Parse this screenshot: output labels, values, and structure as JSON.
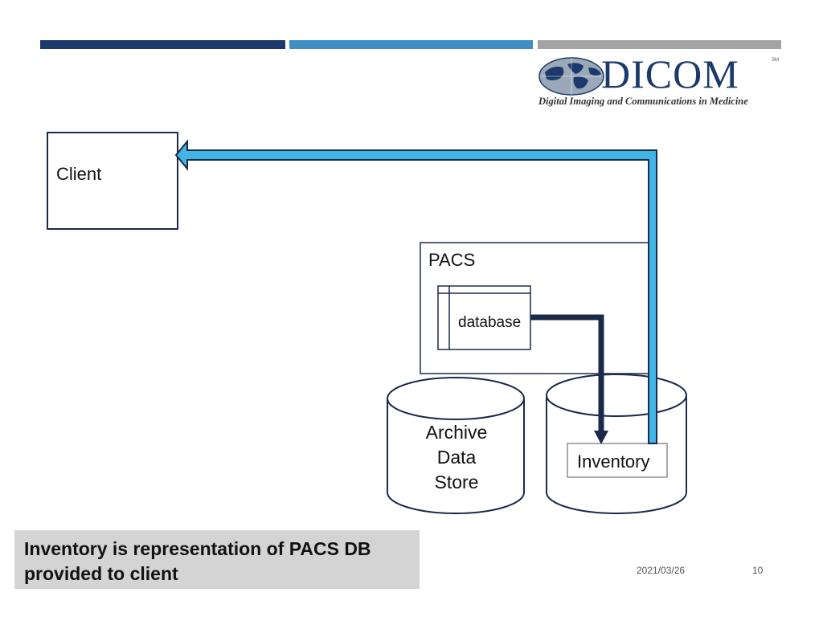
{
  "logo": {
    "wordmark": "DICOM",
    "service_mark": "SM",
    "tagline": "Digital Imaging and Communications in Medicine"
  },
  "diagram": {
    "client_label": "Client",
    "pacs_label": "PACS",
    "database_label": "database",
    "archive_lines": [
      "Archive",
      "Data",
      "Store"
    ],
    "inventory_label": "Inventory"
  },
  "colors": {
    "navy": "#1b3a6b",
    "blue": "#3f8fc4",
    "grey": "#a4a4a4",
    "arrow_fill": "#41b6e6",
    "outline": "#1b2a4a"
  },
  "caption": "Inventory is representation of PACS DB provided to client",
  "footer": {
    "date": "2021/03/26",
    "page": "10"
  }
}
